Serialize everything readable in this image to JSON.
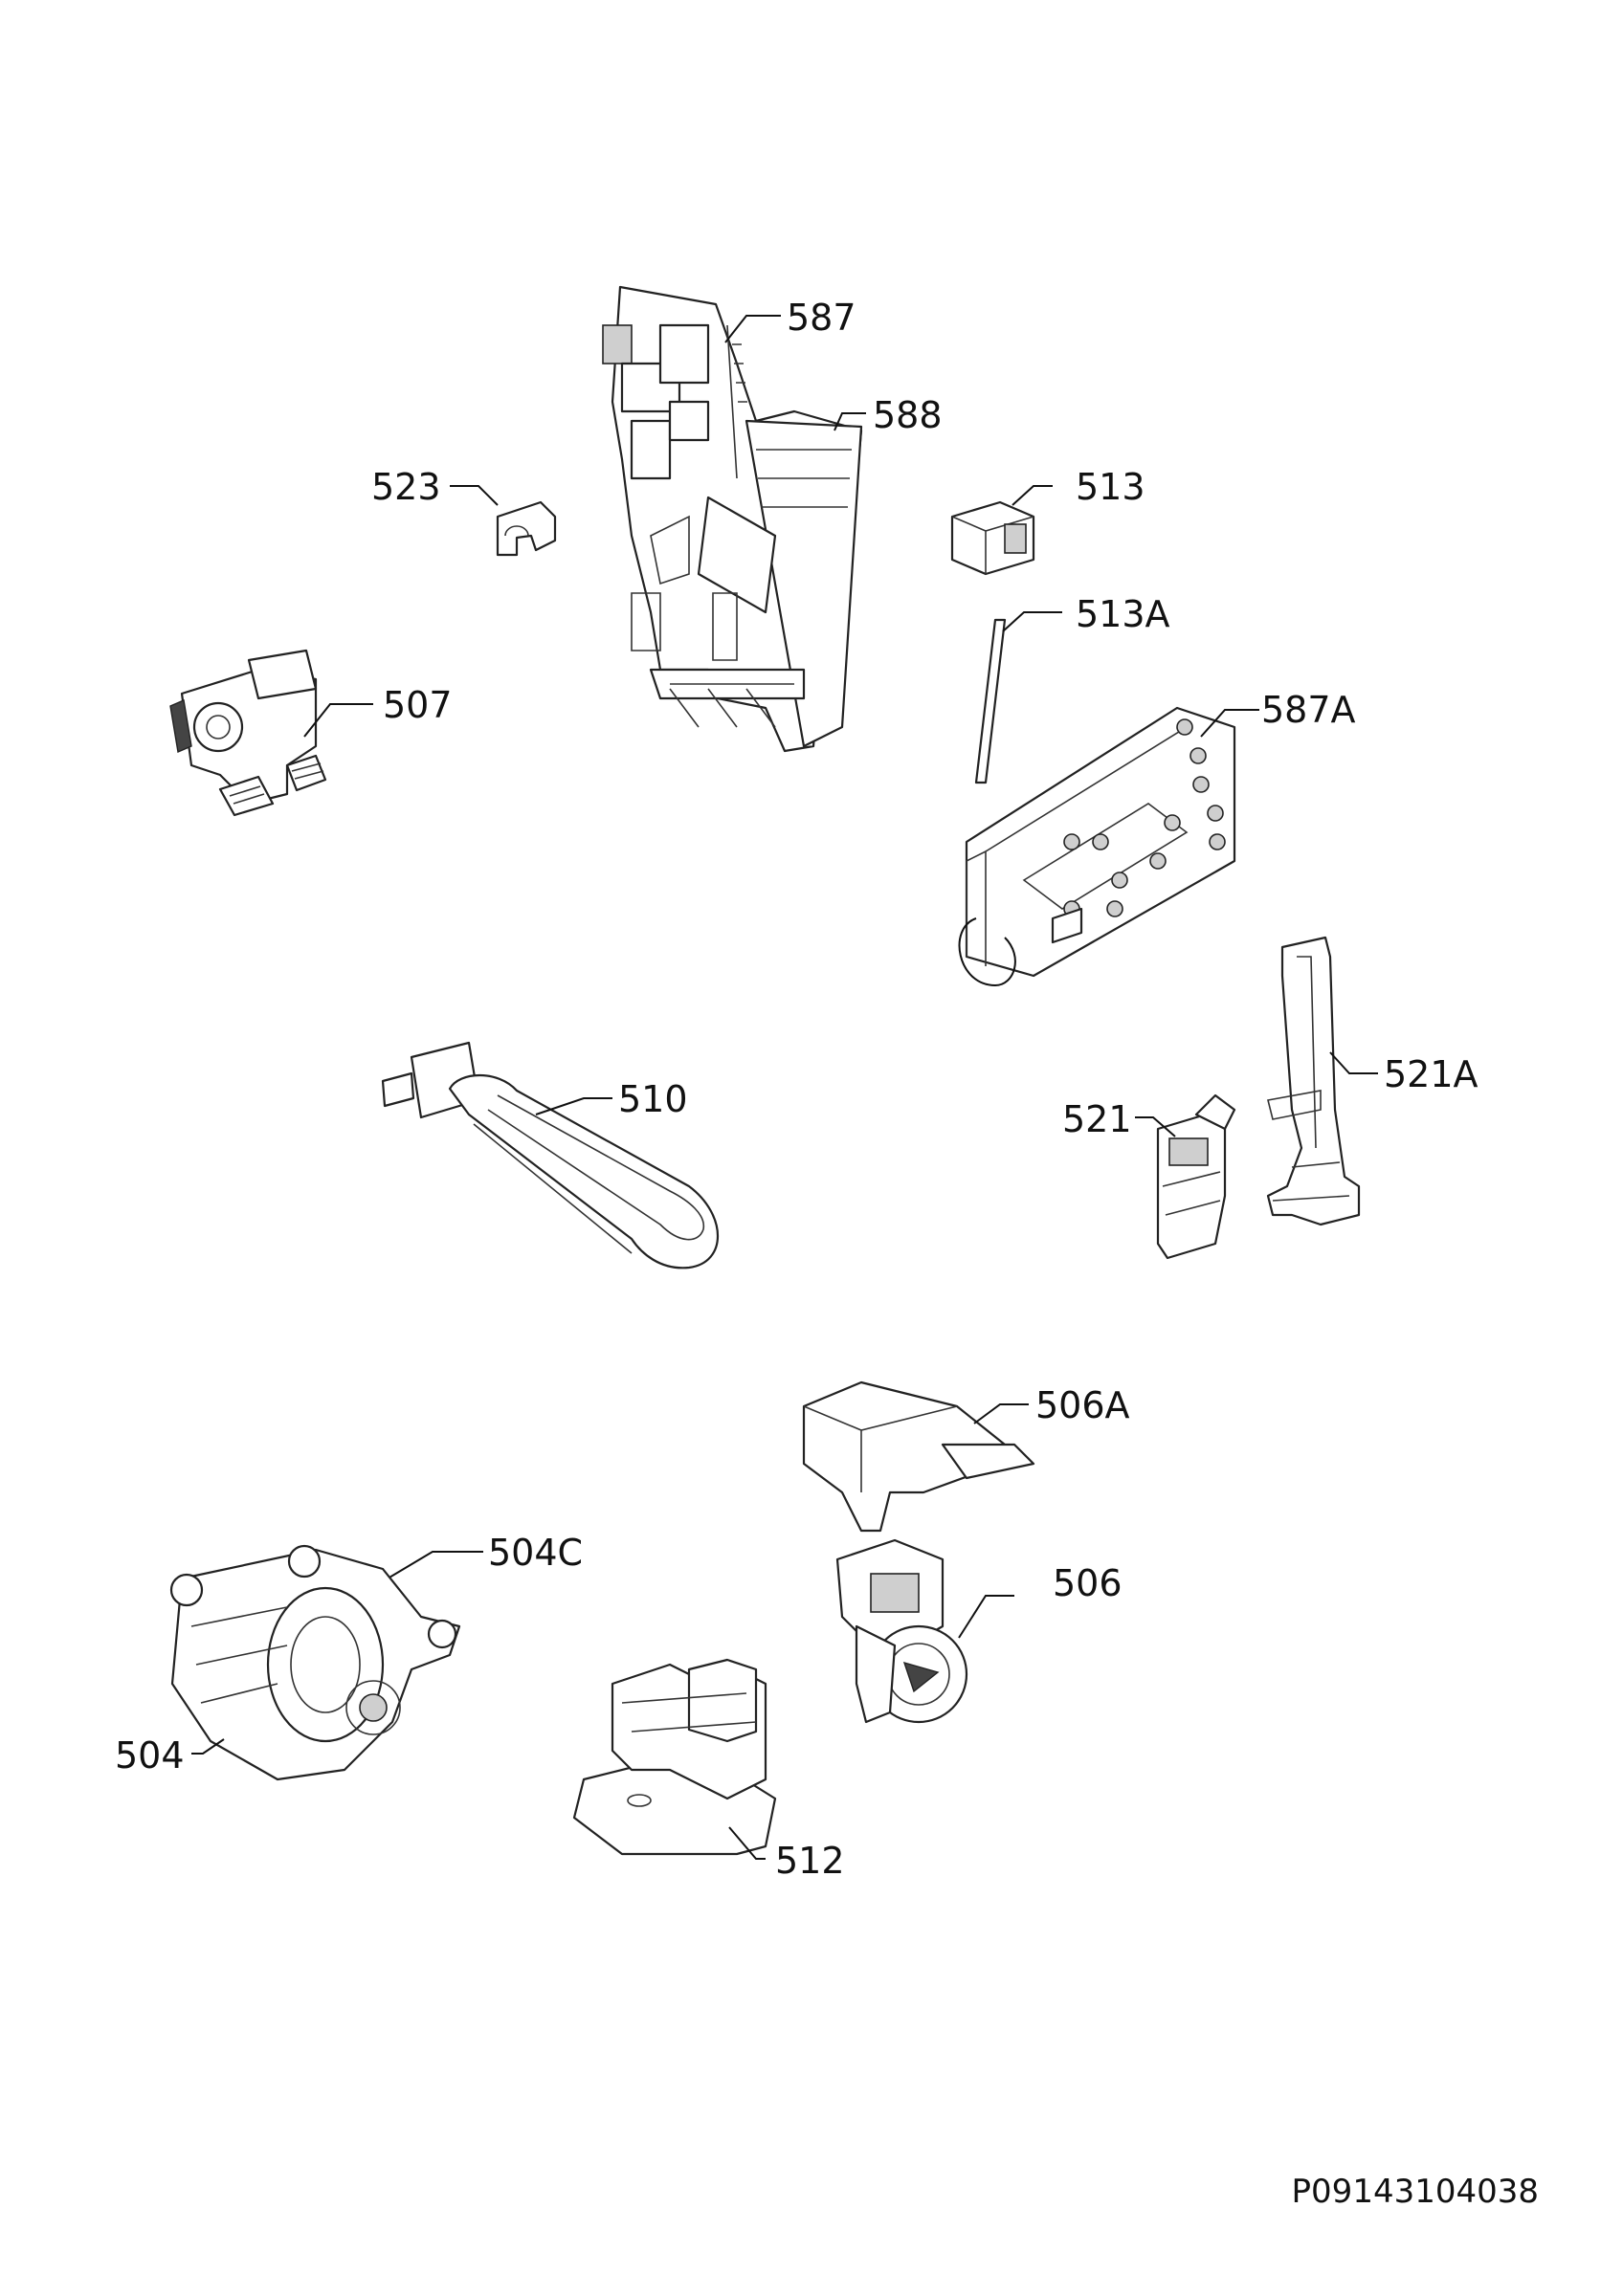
{
  "diagram_code": "P09143104038",
  "parts": [
    {
      "id": "587"
    },
    {
      "id": "588"
    },
    {
      "id": "523"
    },
    {
      "id": "513"
    },
    {
      "id": "513A"
    },
    {
      "id": "507"
    },
    {
      "id": "587A"
    },
    {
      "id": "510"
    },
    {
      "id": "521A"
    },
    {
      "id": "521"
    },
    {
      "id": "506A"
    },
    {
      "id": "504C"
    },
    {
      "id": "506"
    },
    {
      "id": "504"
    },
    {
      "id": "512"
    }
  ]
}
